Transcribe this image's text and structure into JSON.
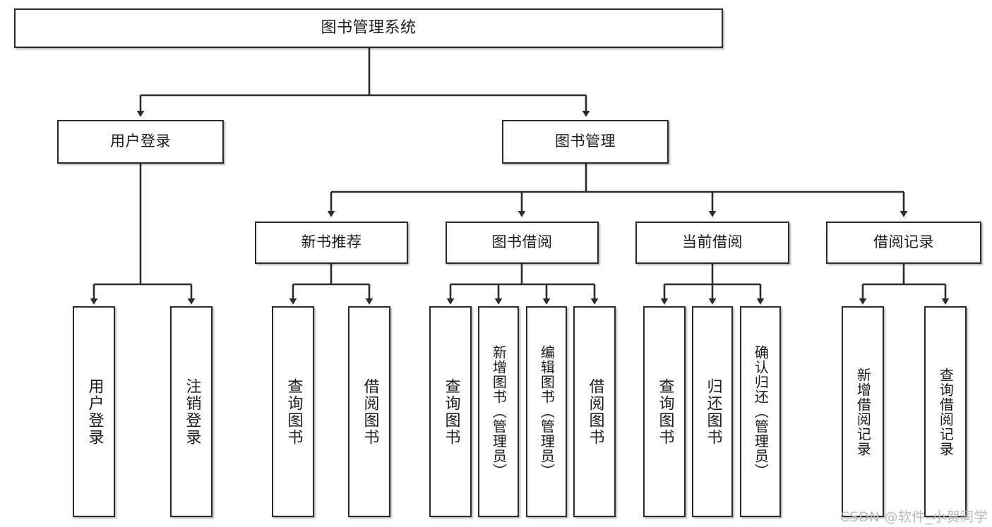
{
  "diagram": {
    "title": "图书管理系统",
    "type": "tree",
    "watermark": "CSDN @软件_小贺同学",
    "colors": {
      "box_border": "#2b2b2b",
      "box_fill": "#ffffff",
      "edge": "#2b2b2b",
      "watermark": "#b9b9b9",
      "background": "#ffffff"
    },
    "nodes": {
      "root": {
        "label": "图书管理系统"
      },
      "level2": [
        {
          "id": "user-login",
          "label": "用户登录"
        },
        {
          "id": "book-manage",
          "label": "图书管理"
        }
      ],
      "level3": [
        {
          "id": "new-book-recommend",
          "label": "新书推荐"
        },
        {
          "id": "book-borrow",
          "label": "图书借阅"
        },
        {
          "id": "current-borrow",
          "label": "当前借阅"
        },
        {
          "id": "borrow-record",
          "label": "借阅记录"
        }
      ],
      "leaves": {
        "user_login": [
          {
            "id": "leaf-user-login",
            "label": "用户登录"
          },
          {
            "id": "leaf-logout-login",
            "label": "注销登录"
          }
        ],
        "new_book_recommend": [
          {
            "id": "leaf-query-book-1",
            "label": "查询图书"
          },
          {
            "id": "leaf-borrow-book-1",
            "label": "借阅图书"
          }
        ],
        "book_borrow": [
          {
            "id": "leaf-query-book-2",
            "label": "查询图书"
          },
          {
            "id": "leaf-add-book",
            "label": "新增图书（管理员）"
          },
          {
            "id": "leaf-edit-book",
            "label": "编辑图书（管理员）"
          },
          {
            "id": "leaf-borrow-book-2",
            "label": "借阅图书"
          }
        ],
        "current_borrow": [
          {
            "id": "leaf-query-book-3",
            "label": "查询图书"
          },
          {
            "id": "leaf-return-book",
            "label": "归还图书"
          },
          {
            "id": "leaf-confirm-return",
            "label": "确认归还（管理员）"
          }
        ],
        "borrow_record": [
          {
            "id": "leaf-add-borrow-record",
            "label": "新增借阅记录"
          },
          {
            "id": "leaf-query-borrow-record",
            "label": "查询借阅记录"
          }
        ]
      }
    }
  }
}
